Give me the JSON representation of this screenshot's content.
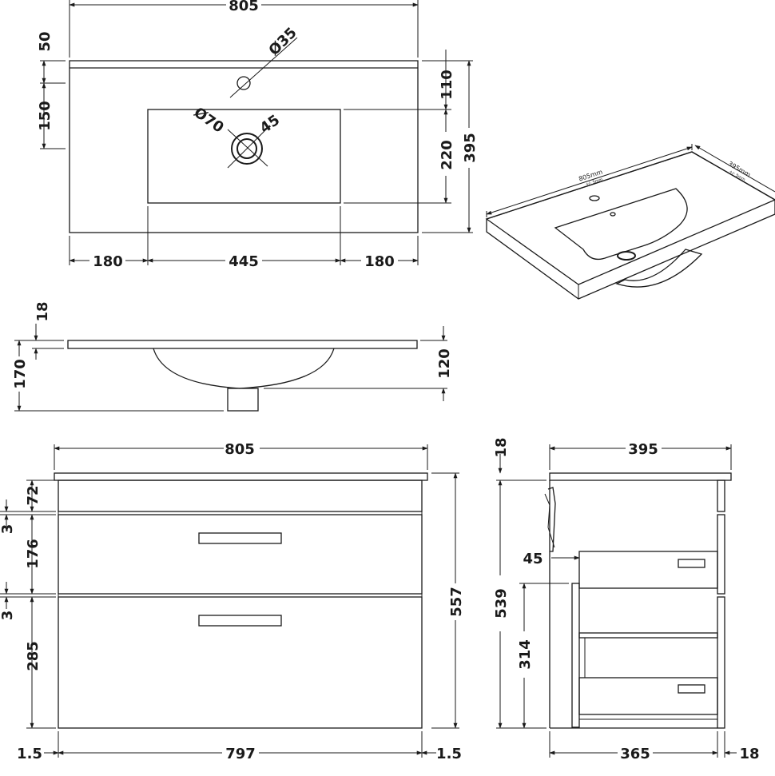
{
  "top_view": {
    "width": "805",
    "lip": "50",
    "tap_offset": "150",
    "tap_hole": "Ø35",
    "waste_hole": "Ø70",
    "waste_offset": "45",
    "basin_top_offset": "110",
    "basin_depth": "220",
    "overall_depth": "395",
    "left_margin": "180",
    "basin_width": "445",
    "right_margin": "180"
  },
  "iso_view": {
    "width": "805mm",
    "width_tol": "+/- 5mm",
    "depth": "395mm",
    "depth_tol": "+/- 5mm"
  },
  "side_profile": {
    "top_thickness": "18",
    "overall_height": "170",
    "bowl_depth": "120"
  },
  "front_view": {
    "width": "805",
    "top_rail": "72",
    "gap_1": "3",
    "drawer_1": "176",
    "gap_2": "3",
    "drawer_2": "285",
    "overall_height": "557",
    "left_edge": "1.5",
    "body_width": "797",
    "right_edge": "1.5"
  },
  "side_view": {
    "top_thickness": "18",
    "depth": "395",
    "drawer_inset": "45",
    "body_height": "539",
    "lower_height": "314",
    "body_depth": "365",
    "overhang": "18"
  }
}
